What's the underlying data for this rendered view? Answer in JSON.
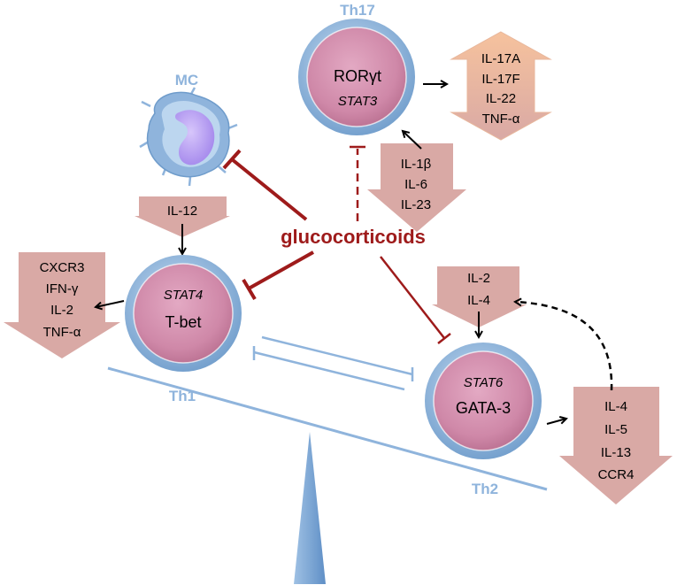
{
  "cells": {
    "th17": {
      "label": "Th17",
      "tf1": "RORγt",
      "tf2": "STAT3"
    },
    "th1": {
      "label": "Th1",
      "tf1": "STAT4",
      "tf2": "T-bet"
    },
    "th2": {
      "label": "Th2",
      "tf1": "STAT6",
      "tf2": "GATA-3"
    },
    "mc": {
      "label": "MC"
    }
  },
  "center": {
    "label": "glucocorticoids"
  },
  "th17_outputs": [
    "IL-17A",
    "IL-17F",
    "IL-22",
    "TNF-α"
  ],
  "th17_inputs": [
    "IL-1β",
    "IL-6",
    "IL-23"
  ],
  "th1_input": "IL-12",
  "th1_outputs": [
    "CXCR3",
    "IFN-γ",
    "IL-2",
    "TNF-α"
  ],
  "th2_inputs": [
    "IL-2",
    "IL-4"
  ],
  "th2_outputs": [
    "IL-4",
    "IL-5",
    "IL-13",
    "CCR4"
  ],
  "colors": {
    "inhibitor": "#9e1b1b",
    "balance": "#8fb4dc",
    "cytokine_box": "#d9a9a5",
    "th17_output_top": "#f5c4a2",
    "cell_outer": "#a6c8ea",
    "cell_inner": "#d38fae",
    "mc_nucleus": "#b99cf0"
  }
}
